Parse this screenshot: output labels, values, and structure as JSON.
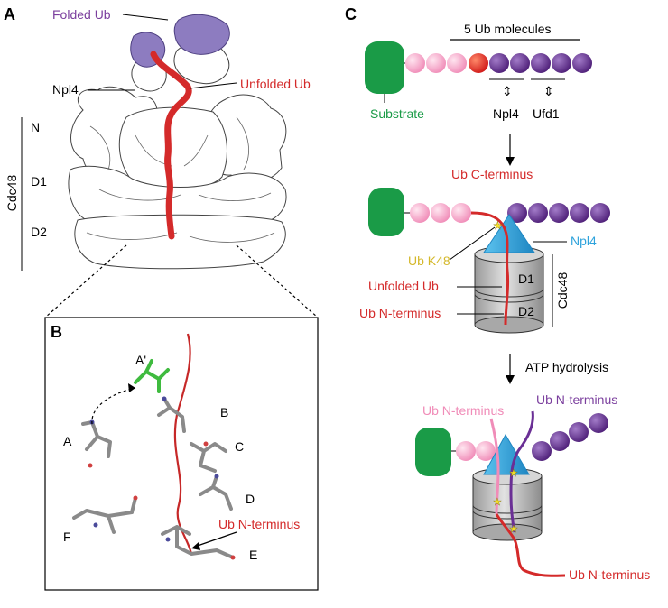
{
  "panel_a": {
    "letter": "A",
    "folded_ub": "Folded Ub",
    "unfolded_ub": "Unfolded Ub",
    "npl4": "Npl4",
    "n": "N",
    "d1": "D1",
    "d2": "D2",
    "cdc48": "Cdc48"
  },
  "panel_b": {
    "letter": "B",
    "a_prime": "A'",
    "a": "A",
    "b": "B",
    "c": "C",
    "d": "D",
    "e": "E",
    "f": "F",
    "ub_n_terminus": "Ub N-terminus"
  },
  "panel_c": {
    "letter": "C",
    "five_ub": "5 Ub molecules",
    "substrate": "Substrate",
    "npl4_top": "Npl4",
    "ufd1": "Ufd1",
    "ub_c_terminus": "Ub C-terminus",
    "npl4_mid": "Npl4",
    "ub_k48": "Ub K48",
    "unfolded_ub": "Unfolded Ub",
    "ub_n_terminus_mid": "Ub N-terminus",
    "d1": "D1",
    "d2": "D2",
    "cdc48": "Cdc48",
    "atp_hydrolysis": "ATP hydrolysis",
    "ub_n_terminus_pink": "Ub N-terminus",
    "ub_n_terminus_purple": "Ub N-terminus",
    "ub_n_terminus_bottom": "Ub N-terminus"
  },
  "colors": {
    "substrate_green": "#1a9b47",
    "ub_pink": "#f6a6c7",
    "ub_red": "#e8262b",
    "ub_purple": "#6a2f95",
    "npl4_blue": "#2ea3dc",
    "folded_ub_lavender": "#8d7cc0",
    "unfolded_ub_red": "#d42a2a",
    "k48_yellow": "#f5e02a",
    "label_red": "#d42a2a",
    "label_purple": "#7b3f9e",
    "label_pink": "#f08cb8",
    "label_yellow": "#d4b82a",
    "label_blue": "#2ea3dc",
    "label_green": "#1a9b47"
  }
}
